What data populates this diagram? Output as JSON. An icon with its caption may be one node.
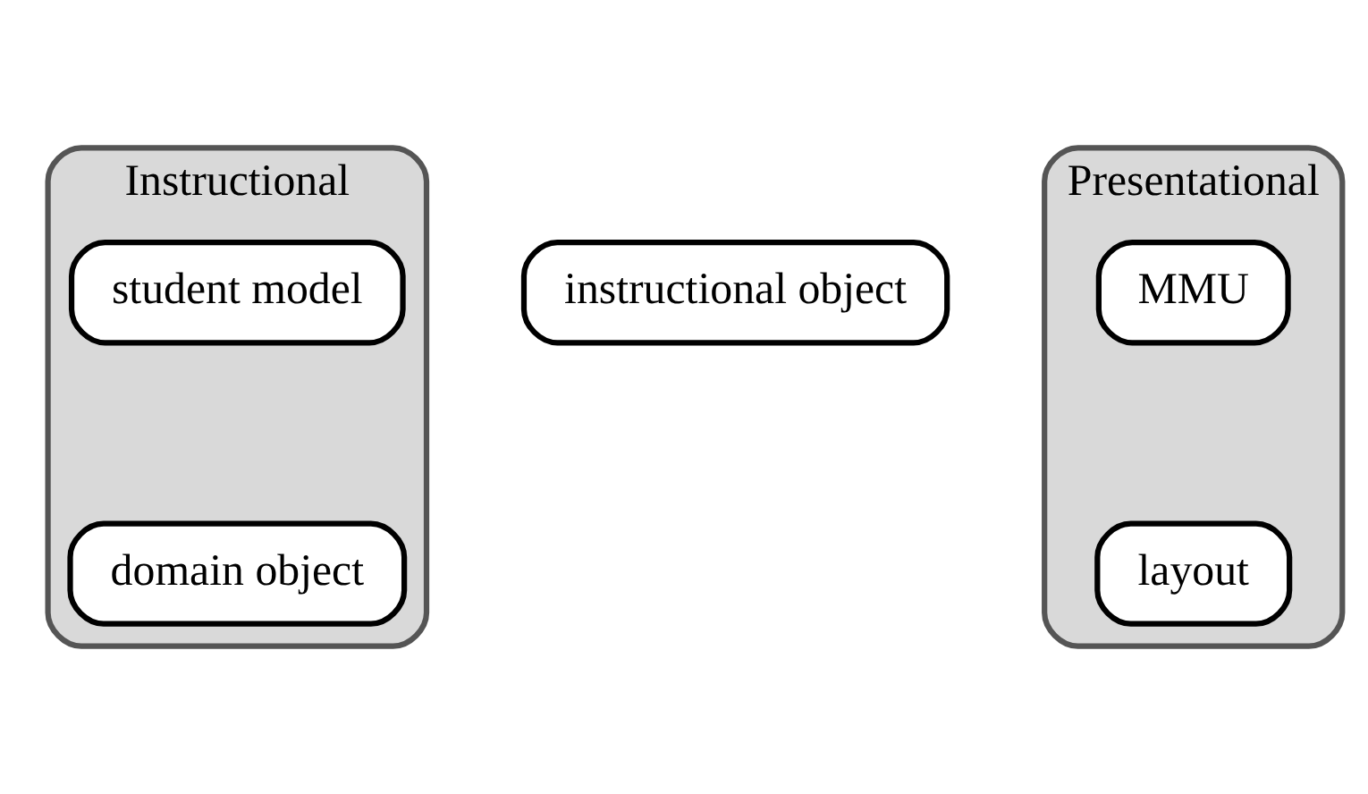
{
  "diagram": {
    "nodes": [
      {
        "text": [
          "Instructional"
        ]
      },
      {
        "text": [
          "student model"
        ],
        "in": 0
      },
      {
        "text": [
          "domain object"
        ],
        "in": 0
      },
      {
        "text": [
          "instructional object"
        ]
      },
      {
        "text": [
          "Presentational"
        ]
      },
      {
        "text": [
          "MMU"
        ],
        "in": 4
      },
      {
        "text": [
          "layout"
        ],
        "in": 4
      }
    ],
    "edges": []
  }
}
